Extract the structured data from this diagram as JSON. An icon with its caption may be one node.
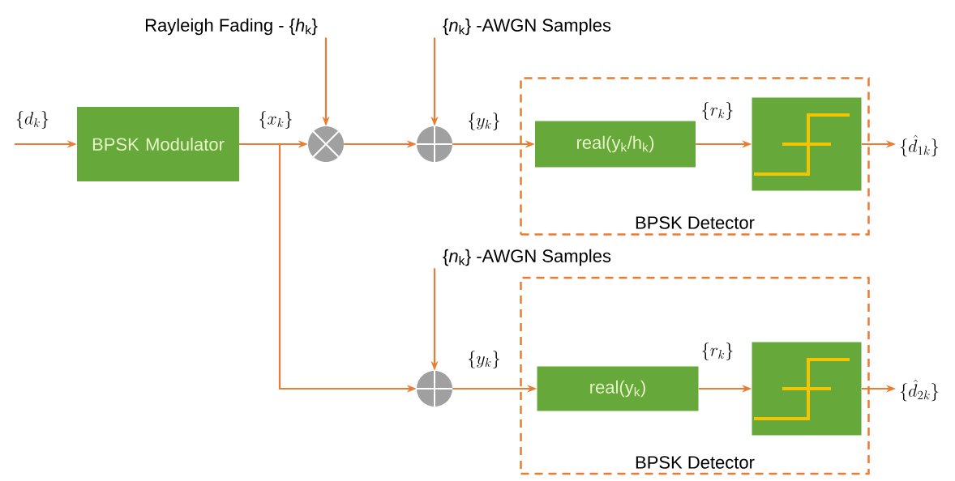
{
  "diagram": {
    "nodes": [
      {
        "text": [
          "BPSK Modulator"
        ]
      },
      {
        "text": [],
        "shape": "circle"
      },
      {
        "text": [],
        "shape": "circle"
      },
      {
        "text": [
          "BPSK Detector"
        ]
      },
      {
        "text": [
          "real(y$_{k}$/h$_{k}$)"
        ],
        "in": 3
      },
      {
        "text": [],
        "shape": "box",
        "in": 3
      },
      {
        "text": [],
        "shape": "circle"
      },
      {
        "text": [
          "BPSK Detector"
        ]
      },
      {
        "text": [
          "real(y$_{k}$)"
        ],
        "in": 7
      },
      {
        "text": [],
        "shape": "box",
        "in": 7
      },
      {
        "text": [
          "Rayleigh Fading - {*h*$_{k}$}"
        ]
      },
      {
        "text": [
          "{*n*$_{k}$} -AWGN Samples"
        ]
      },
      {
        "text": [
          "{*n*$_{k}$} -AWGN Samples"
        ]
      }
    ],
    "edges": [
      {
        "from": null,
        "to": 0,
        "arrow": "to",
        "label": "\\{d_k\\}"
      },
      {
        "from": 0,
        "to": 1,
        "arrow": "to",
        "label": "\\{x_k\\}"
      },
      {
        "from": 0,
        "to": 6,
        "arrow": "to"
      },
      {
        "from": 10,
        "to": 1,
        "arrow": "to"
      },
      {
        "from": 1,
        "to": 2,
        "arrow": "to"
      },
      {
        "from": 11,
        "to": 2,
        "arrow": "to"
      },
      {
        "from": 2,
        "to": 4,
        "arrow": "to",
        "label": "\\{y_k\\}"
      },
      {
        "from": 4,
        "to": 5,
        "arrow": "to",
        "label": "\\{r_k\\}"
      },
      {
        "from": 5,
        "to": null,
        "arrow": "to",
        "label": "\\{\\hat{d}_{1k}\\}"
      },
      {
        "from": 12,
        "to": 6,
        "arrow": "to"
      },
      {
        "from": 6,
        "to": 8,
        "arrow": "to",
        "label": "\\{y_k\\}"
      },
      {
        "from": 8,
        "to": 9,
        "arrow": "to",
        "label": "\\{r_k\\}"
      },
      {
        "from": 9,
        "to": null,
        "arrow": "to",
        "label": "\\{\\hat{d}_{2k}\\}"
      }
    ]
  }
}
